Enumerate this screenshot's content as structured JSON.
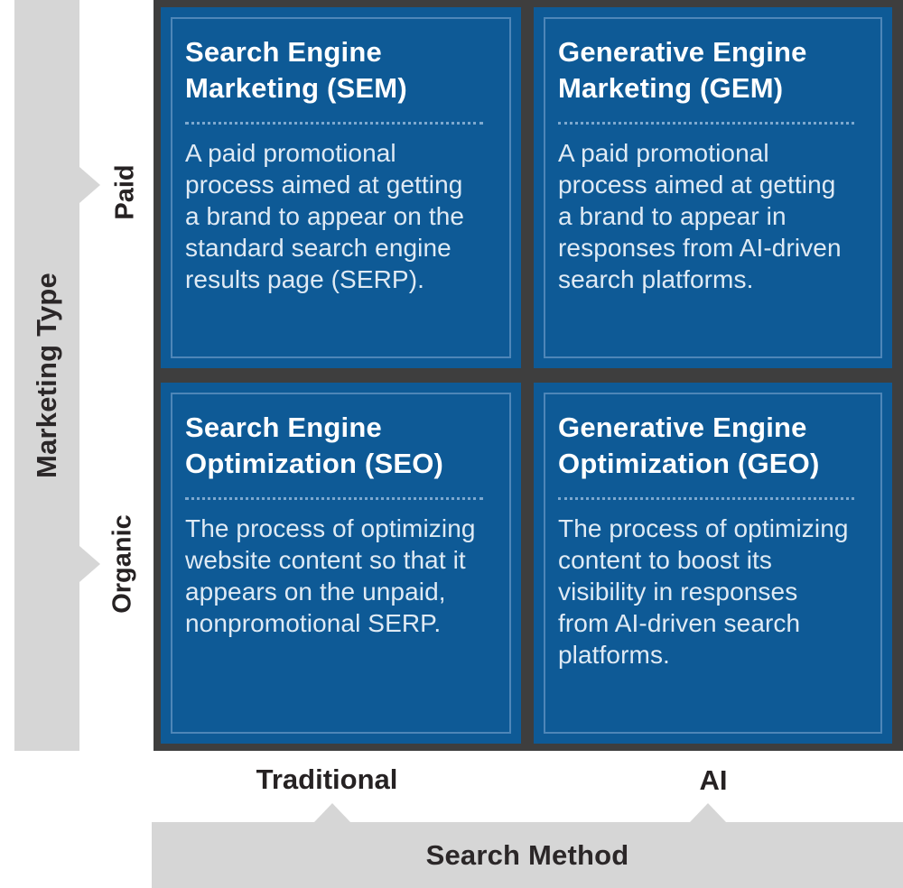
{
  "axes": {
    "y": {
      "title": "Marketing Type",
      "top_label": "Paid",
      "bottom_label": "Organic"
    },
    "x": {
      "title": "Search Method",
      "left_label": "Traditional",
      "right_label": "AI"
    }
  },
  "matrix": {
    "quadrants": [
      {
        "key": "sem",
        "title": "Search Engine Marketing (SEM)",
        "description": "A paid promotional process aimed at getting a brand to appear on the standard search engine results page (SERP)."
      },
      {
        "key": "gem",
        "title": "Generative Engine Marketing (GEM)",
        "description": "A paid promotional process aimed at getting a brand to appear in responses from AI-driven search platforms."
      },
      {
        "key": "seo",
        "title": "Search Engine Optimization (SEO)",
        "description": "The process of optimizing website content so that it appears on the unpaid, nonpromotional SERP."
      },
      {
        "key": "geo",
        "title": "Generative Engine Optimization (GEO)",
        "description": "The process of optimizing content to boost its visibility in responses from AI-driven search platforms."
      }
    ]
  },
  "colors": {
    "card_blue": "#0e5a96",
    "card_inner_border": "#4e86b8",
    "divider_dots": "#7ea9cf",
    "frame_gray": "#3e3e3e",
    "axis_bar_gray": "#d6d6d6",
    "dark_text": "#262223",
    "title_text": "#ffffff",
    "body_text": "#dfeaf4"
  }
}
